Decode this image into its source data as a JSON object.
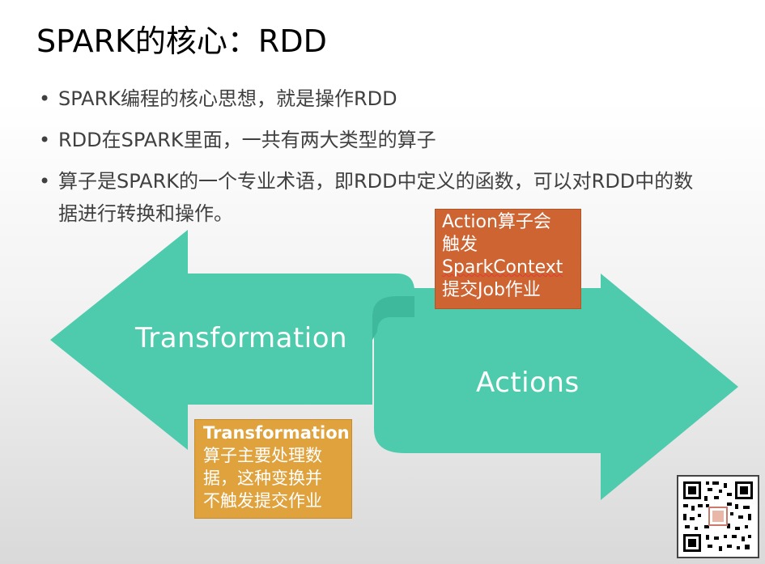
{
  "slide": {
    "title": "SPARK的核心：RDD",
    "bullets": [
      "SPARK编程的核心思想，就是操作RDD",
      "RDD在SPARK里面，一共有两大类型的算子",
      "算子是SPARK的一个专业术语，即RDD中定义的函数，可以对RDD中的数据进行转换和操作。"
    ]
  },
  "diagram": {
    "left_arrow_label": "Transformation",
    "right_arrow_label": "Actions",
    "arrow_color": "#4ecbad"
  },
  "callouts": {
    "action": {
      "line1": "Action算子会",
      "line2": "触发",
      "line3": "SparkContext",
      "line4": "提交Job作业",
      "color": "#cf6433"
    },
    "transformation": {
      "line1": "Transformation",
      "line2": "算子主要处理数",
      "line3": "据，这种变换并",
      "line4": "不触发提交作业",
      "color": "#dfa23c"
    }
  },
  "qr": {
    "icon": "qr-code-icon"
  }
}
